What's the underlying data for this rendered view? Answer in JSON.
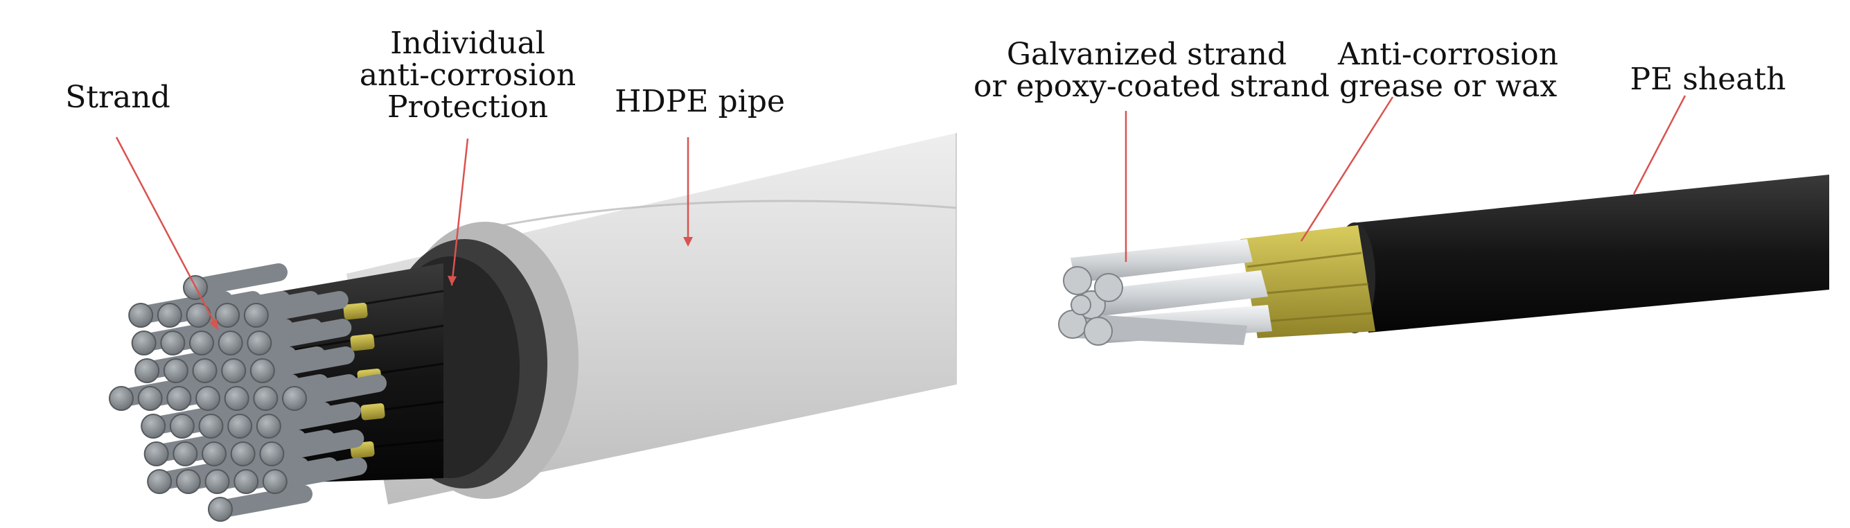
{
  "labels": {
    "strand": [
      "Strand"
    ],
    "individual_protection": [
      "Individual",
      "anti-corrosion",
      "Protection"
    ],
    "hdpe_pipe": [
      "HDPE pipe"
    ],
    "galvanized_strand": [
      "Galvanized strand",
      "or epoxy-coated strand"
    ],
    "anti_corrosion_grease": [
      "Anti-corrosion",
      "grease or wax"
    ],
    "pe_sheath": [
      "PE sheath"
    ]
  },
  "colors": {
    "leader_line": "#d9534f",
    "strand_steel": "#8c9196",
    "hdpe": "#d8d8d8",
    "black_sheath": "#1a1a1a",
    "grease": "#b9a93c",
    "galvanized": "#d5d8dc"
  }
}
